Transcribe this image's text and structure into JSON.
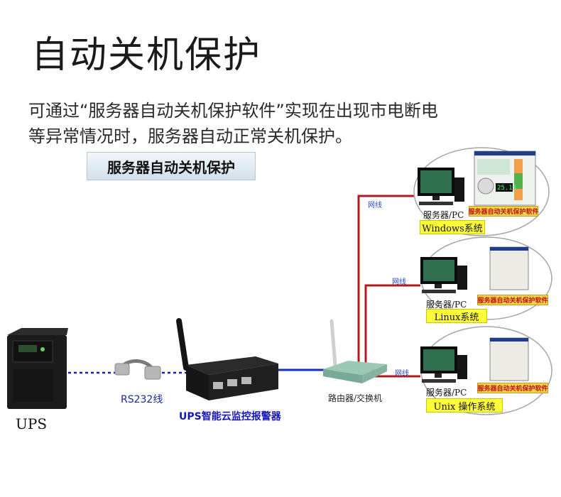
{
  "title": "自动关机保护",
  "description": {
    "line1": "可通过“服务器自动关机保护软件”实现在出现市电断电",
    "line2": "等异常情况时，服务器自动正常关机保护。"
  },
  "section_label": "服务器自动关机保护",
  "devices": {
    "ups_label": "UPS",
    "cable_label": "RS232线",
    "alarm_label": "UPS智能云监控报警器",
    "router_label": "路由器/交换机",
    "screen_readout": "25.13"
  },
  "network_label": "网线",
  "servers": [
    {
      "pc_label": "服务器/PC",
      "os_label": "Windows系统",
      "software_label": "服务器自动关机保护软件"
    },
    {
      "pc_label": "服务器/PC",
      "os_label": "Linux系统",
      "software_label": "服务器自动关机保护软件"
    },
    {
      "pc_label": "服务器/PC",
      "os_label": "Unix 操作系统",
      "software_label": "服务器自动关机保护软件"
    }
  ],
  "colors": {
    "network_line": "#b01c1c",
    "dotted_link": "#1a1aa8",
    "router_line": "#1030c8",
    "os_box": "#fdfd3a",
    "software_box": "#f3d34a"
  }
}
